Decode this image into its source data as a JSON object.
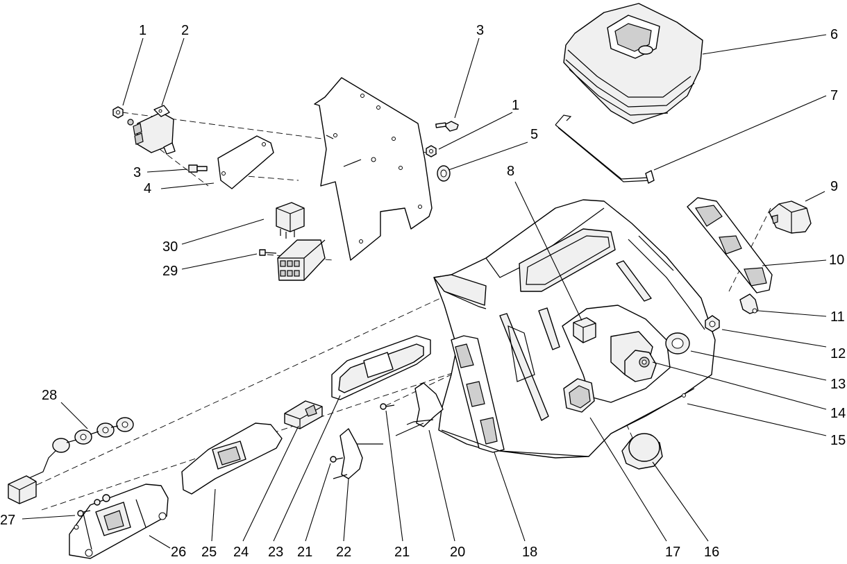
{
  "callouts": {
    "c1a": "1",
    "c2": "2",
    "c3a": "3",
    "c3b": "3",
    "c1b": "1",
    "c4": "4",
    "c5": "5",
    "c6": "6",
    "c7": "7",
    "c8": "8",
    "c9": "9",
    "c10": "10",
    "c11": "11",
    "c12": "12",
    "c13": "13",
    "c14": "14",
    "c15": "15",
    "c16": "16",
    "c17": "17",
    "c18": "18",
    "c20": "20",
    "c21a": "21",
    "c22": "22",
    "c21b": "21",
    "c23": "23",
    "c24": "24",
    "c25": "25",
    "c26": "26",
    "c27": "27",
    "c28": "28",
    "c29": "29",
    "c30": "30"
  }
}
